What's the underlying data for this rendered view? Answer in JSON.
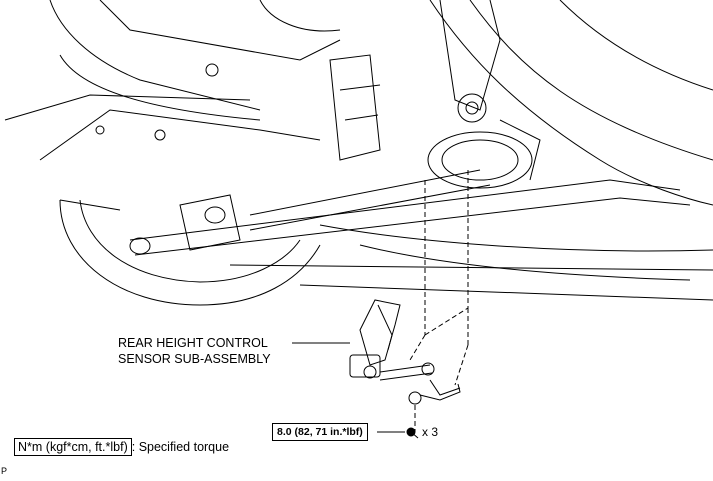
{
  "part_label": {
    "line1": "REAR HEIGHT CONTROL",
    "line2": "SENSOR SUB-ASSEMBLY"
  },
  "torque": {
    "value": "8.0 (82, 71 in.*lbf)",
    "quantity": "x 3"
  },
  "legend": {
    "unit_box": "N*m (kgf*cm, ft.*lbf)",
    "desc": ": Specified torque"
  },
  "footer_code": "P"
}
